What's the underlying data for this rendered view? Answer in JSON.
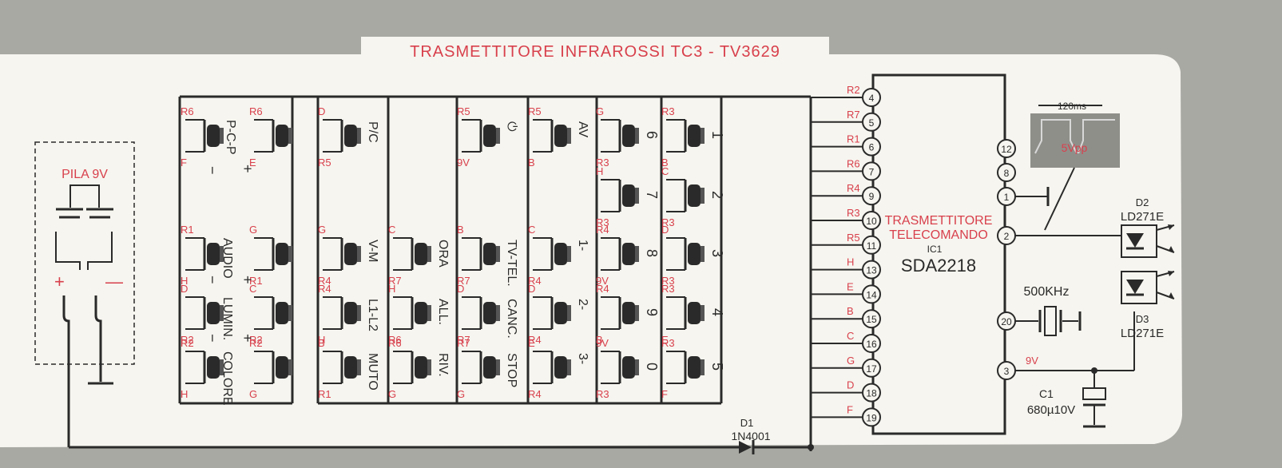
{
  "title": "TRASMETTITORE INFRAROSSI TC3 - TV3629",
  "battery": {
    "label": "PILA 9V",
    "plus": "+",
    "minus": "—"
  },
  "chip": {
    "line1": "TRASMETTITORE",
    "line2": "TELECOMANDO",
    "ref": "IC1",
    "part": "SDA2218",
    "left_pins": [
      {
        "num": "4",
        "net": "R2"
      },
      {
        "num": "5",
        "net": "R7"
      },
      {
        "num": "6",
        "net": "R1"
      },
      {
        "num": "7",
        "net": "R6"
      },
      {
        "num": "9",
        "net": "R4"
      },
      {
        "num": "10",
        "net": "R3"
      },
      {
        "num": "11",
        "net": "R5"
      },
      {
        "num": "13",
        "net": "H"
      },
      {
        "num": "14",
        "net": "E"
      },
      {
        "num": "15",
        "net": "B"
      },
      {
        "num": "16",
        "net": "C"
      },
      {
        "num": "17",
        "net": "G"
      },
      {
        "num": "18",
        "net": "D"
      },
      {
        "num": "19",
        "net": "F"
      }
    ],
    "right_pins": [
      {
        "num": "12",
        "net": ""
      },
      {
        "num": "8",
        "net": ""
      },
      {
        "num": "1",
        "net": ""
      },
      {
        "num": "2",
        "net": ""
      },
      {
        "num": "20",
        "net": ""
      },
      {
        "num": "3",
        "net": "9V"
      }
    ]
  },
  "diode": {
    "ref": "D1",
    "part": "1N4001"
  },
  "crystal": {
    "label": "500KHz"
  },
  "capacitor": {
    "ref": "C1",
    "value": "680µ10V"
  },
  "led_top": {
    "ref": "D2",
    "part": "LD271E"
  },
  "led_bottom": {
    "ref": "D3",
    "part": "LD271E"
  },
  "waveform": {
    "period": "120ms",
    "amplitude": "5Vpp"
  },
  "buttons": [
    {
      "col": 0,
      "row": 0,
      "side": "L",
      "t": "R6",
      "b": "F"
    },
    {
      "col": 0,
      "row": 0,
      "side": "R",
      "t": "R6",
      "b": "E"
    },
    {
      "col": 0,
      "row": 1,
      "side": "L",
      "t": "R1",
      "b": "H"
    },
    {
      "col": 0,
      "row": 1,
      "side": "R",
      "t": "G",
      "b": "R1"
    },
    {
      "col": 0,
      "row": 2,
      "side": "L",
      "t": "D",
      "b": "R2"
    },
    {
      "col": 0,
      "row": 2,
      "side": "R",
      "t": "C",
      "b": "R2"
    },
    {
      "col": 0,
      "row": 3,
      "side": "L",
      "t": "R2",
      "b": "H"
    },
    {
      "col": 0,
      "row": 3,
      "side": "R",
      "t": "R2",
      "b": "G"
    },
    {
      "col": 1,
      "row": 0,
      "side": "L",
      "t": "D",
      "b": "R5"
    },
    {
      "col": 1,
      "row": 1,
      "side": "L",
      "t": "G",
      "b": "R4"
    },
    {
      "col": 1,
      "row": 2,
      "side": "L",
      "t": "R4",
      "b": "H"
    },
    {
      "col": 1,
      "row": 3,
      "side": "L",
      "t": "B",
      "b": "R1"
    },
    {
      "col": 2,
      "row": 1,
      "side": "L",
      "t": "C",
      "b": "R7"
    },
    {
      "col": 2,
      "row": 2,
      "side": "L",
      "t": "H",
      "b": "R6"
    },
    {
      "col": 2,
      "row": 3,
      "side": "L",
      "t": "R6",
      "b": "G"
    },
    {
      "col": 3,
      "row": 0,
      "side": "L",
      "t": "R5",
      "b": "9V"
    },
    {
      "col": 3,
      "row": 1,
      "side": "L",
      "t": "B",
      "b": "R7"
    },
    {
      "col": 3,
      "row": 2,
      "side": "L",
      "t": "D",
      "b": "R7"
    },
    {
      "col": 3,
      "row": 3,
      "side": "L",
      "t": "R7",
      "b": "G"
    },
    {
      "col": 4,
      "row": 0,
      "side": "L",
      "t": "R5",
      "b": "B"
    },
    {
      "col": 4,
      "row": 1,
      "side": "L",
      "t": "C",
      "b": "R4"
    },
    {
      "col": 4,
      "row": 2,
      "side": "L",
      "t": "D",
      "b": "R4"
    },
    {
      "col": 4,
      "row": 3,
      "side": "L",
      "t": "E",
      "b": "R4"
    },
    {
      "col": 5,
      "row": 0,
      "side": "L",
      "t": "G",
      "b": "R3"
    },
    {
      "col": 5,
      "row": 1,
      "side": "L",
      "t": "H",
      "b": "R3"
    },
    {
      "col": 5,
      "row": 2,
      "side": "L",
      "t": "R4",
      "b": "9V"
    },
    {
      "col": 5,
      "row": 3,
      "side": "L",
      "t": "R4",
      "b": "B"
    },
    {
      "col": 5,
      "row": 4,
      "side": "L",
      "t": "9V",
      "b": "R3"
    },
    {
      "col": 6,
      "row": 0,
      "side": "L",
      "t": "R3",
      "b": "B"
    },
    {
      "col": 6,
      "row": 1,
      "side": "L",
      "t": "C",
      "b": "R3"
    },
    {
      "col": 6,
      "row": 2,
      "side": "L",
      "t": "D",
      "b": "R3"
    },
    {
      "col": 6,
      "row": 3,
      "side": "L",
      "t": "R3",
      "b": "E"
    },
    {
      "col": 6,
      "row": 4,
      "side": "L",
      "t": "R3",
      "b": "F"
    }
  ],
  "key_labels": [
    {
      "col": 0,
      "text": "P-C-P",
      "pos": "upper"
    },
    {
      "col": 0,
      "text": "−",
      "pos": "upper-minus"
    },
    {
      "col": 0,
      "text": "+",
      "pos": "upper-plus"
    },
    {
      "col": 0,
      "text": "AUDIO",
      "pos": "a"
    },
    {
      "col": 0,
      "text": "LUMIN.",
      "pos": "b"
    },
    {
      "col": 0,
      "text": "COLORE",
      "pos": "c"
    },
    {
      "col": 1,
      "text": "P/C",
      "pos": "p0"
    },
    {
      "col": 1,
      "text": "V-M",
      "pos": "p1"
    },
    {
      "col": 1,
      "text": "L1-L2",
      "pos": "p2"
    },
    {
      "col": 1,
      "text": "MUTO",
      "pos": "p3"
    },
    {
      "col": 2,
      "text": "ORA",
      "pos": "p1"
    },
    {
      "col": 2,
      "text": "ALL.",
      "pos": "p2"
    },
    {
      "col": 2,
      "text": "RIV.",
      "pos": "p3"
    },
    {
      "col": 3,
      "text": "⏻",
      "pos": "p0"
    },
    {
      "col": 3,
      "text": "TV-TEL.",
      "pos": "p1"
    },
    {
      "col": 3,
      "text": "CANC.",
      "pos": "p2"
    },
    {
      "col": 3,
      "text": "STOP",
      "pos": "p3"
    },
    {
      "col": 4,
      "text": "AV",
      "pos": "p0"
    },
    {
      "col": 4,
      "text": "1-",
      "pos": "p1"
    },
    {
      "col": 4,
      "text": "2-",
      "pos": "p2"
    },
    {
      "col": 4,
      "text": "3-",
      "pos": "p3"
    },
    {
      "col": 5,
      "text": "6",
      "pos": "r0"
    },
    {
      "col": 5,
      "text": "7",
      "pos": "r1"
    },
    {
      "col": 5,
      "text": "8",
      "pos": "r2"
    },
    {
      "col": 5,
      "text": "9",
      "pos": "r3"
    },
    {
      "col": 5,
      "text": "0",
      "pos": "r4"
    },
    {
      "col": 6,
      "text": "1",
      "pos": "r0"
    },
    {
      "col": 6,
      "text": "2",
      "pos": "r1"
    },
    {
      "col": 6,
      "text": "3",
      "pos": "r2"
    },
    {
      "col": 6,
      "text": "4",
      "pos": "r3"
    },
    {
      "col": 6,
      "text": "5",
      "pos": "r4"
    }
  ]
}
